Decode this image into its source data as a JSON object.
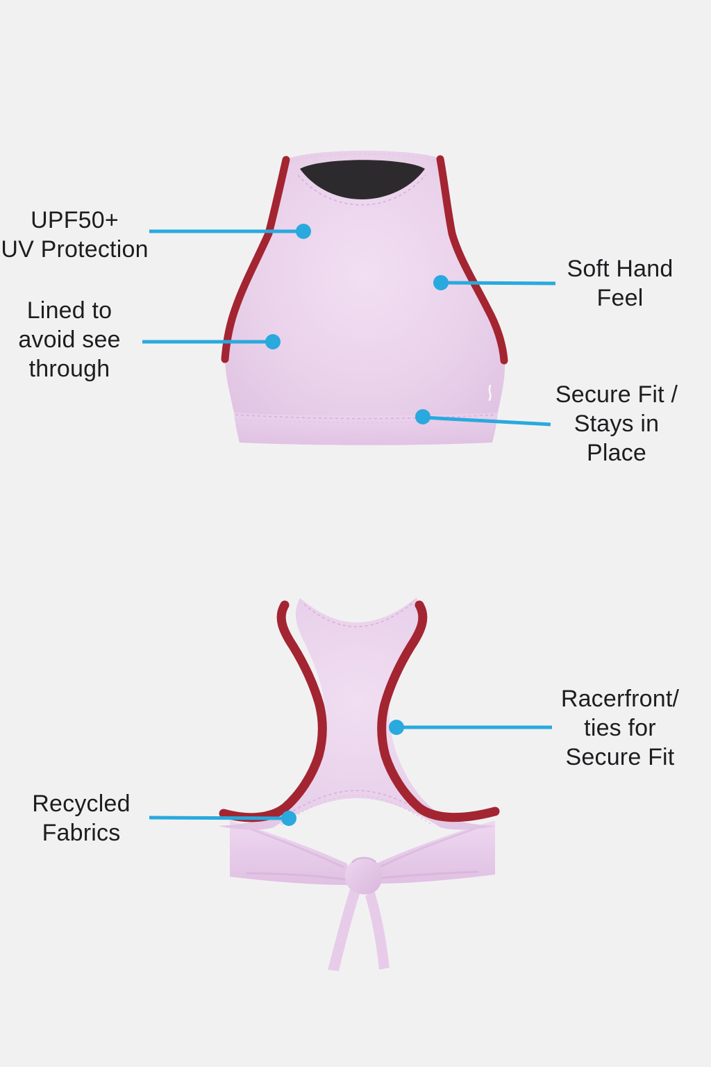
{
  "page": {
    "background_color": "#f2f1f2",
    "description": "Swim top product feature infographic, front view (top) and back view (bottom) with six annotated callouts"
  },
  "colors": {
    "fabric_lilac": "#e9d1ea",
    "fabric_lilac_light": "#f2dff3",
    "fabric_lilac_dark": "#dfc2e2",
    "trim_red": "#a32531",
    "neck_lining_dark": "#2d2a2e",
    "callout_blue": "#29a9de",
    "label_text": "#1d1d1f",
    "logo_white": "#ffffff"
  },
  "callouts": [
    {
      "id": "upf",
      "label": "UPF50+\nUV Protection"
    },
    {
      "id": "soft-hand",
      "label": "Soft Hand\nFeel"
    },
    {
      "id": "lined",
      "label": "Lined to\navoid see\nthrough"
    },
    {
      "id": "secure-fit",
      "label": "Secure Fit /\nStays in\nPlace"
    },
    {
      "id": "racerfront",
      "label": "Racerfront/\nties for\nSecure Fit"
    },
    {
      "id": "recycled",
      "label": "Recycled\nFabrics"
    }
  ]
}
